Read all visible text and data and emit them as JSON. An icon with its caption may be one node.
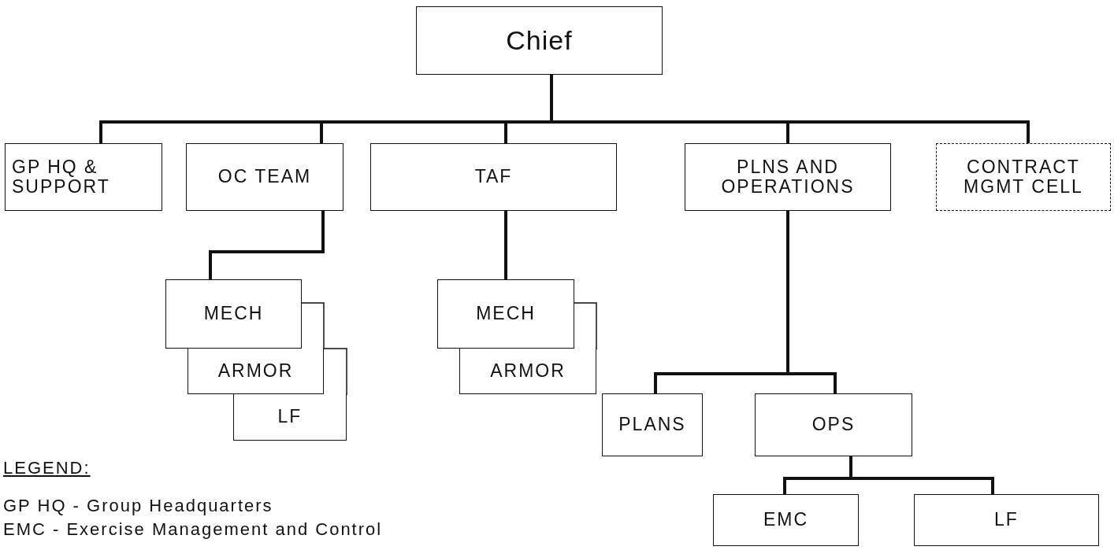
{
  "diagram": {
    "nodes": [
      {
        "text": [
          "Chief"
        ]
      },
      {
        "text": [
          "GP HQ & SUPPORT"
        ]
      },
      {
        "text": [
          "OC TEAM"
        ]
      },
      {
        "text": [
          "TAF"
        ]
      },
      {
        "text": [
          "PLNS AND OPERATIONS"
        ]
      },
      {
        "text": [
          "CONTRACT MGMT CELL"
        ]
      },
      {
        "text": [
          "MECH"
        ]
      },
      {
        "text": [
          "ARMOR"
        ]
      },
      {
        "text": [
          "LF"
        ]
      },
      {
        "text": [
          "MECH"
        ]
      },
      {
        "text": [
          "ARMOR"
        ]
      },
      {
        "text": [
          "PLANS"
        ]
      },
      {
        "text": [
          "OPS"
        ]
      },
      {
        "text": [
          "EMC"
        ]
      },
      {
        "text": [
          "LF"
        ]
      }
    ],
    "edges": [
      {
        "from": 0,
        "to": 1,
        "arrow": "none"
      },
      {
        "from": 0,
        "to": 2,
        "arrow": "none"
      },
      {
        "from": 0,
        "to": 3,
        "arrow": "none"
      },
      {
        "from": 0,
        "to": 4,
        "arrow": "none"
      },
      {
        "from": 0,
        "to": 5,
        "arrow": "none"
      },
      {
        "from": 2,
        "to": 6,
        "arrow": "none"
      },
      {
        "from": 3,
        "to": 9,
        "arrow": "none"
      },
      {
        "from": 4,
        "to": 11,
        "arrow": "none"
      },
      {
        "from": 4,
        "to": 12,
        "arrow": "none"
      },
      {
        "from": 12,
        "to": 13,
        "arrow": "none"
      },
      {
        "from": 12,
        "to": 14,
        "arrow": "none"
      }
    ],
    "labels": [
      "LEGEND:",
      "GP HQ - Group Headquarters",
      "EMC - Exercise Management and Control"
    ]
  }
}
